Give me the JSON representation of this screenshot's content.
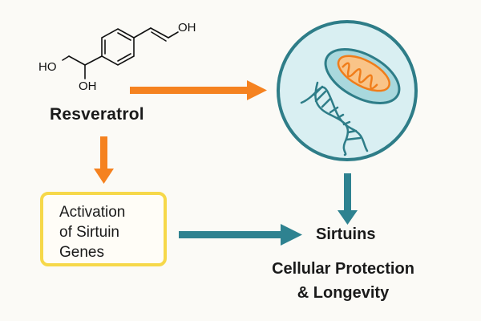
{
  "molecule": {
    "name": "Resveratrol",
    "labels": {
      "oh_top": "OH",
      "ho_left": "HO",
      "oh_bottom": "OH"
    }
  },
  "process_box": {
    "lines": [
      "Activation",
      "of Sirtuin",
      "Genes"
    ]
  },
  "target": {
    "label": "Sirtuins"
  },
  "outcome": {
    "lines": [
      "Cellular Protection",
      "& Longevity"
    ]
  },
  "colors": {
    "orange_arrow": "#f58220",
    "teal_arrow": "#2e8290",
    "box_border": "#f6d84a",
    "cell_fill": "#d9eff2",
    "cell_border": "#2e7d88",
    "mitochondria_fill": "#f9c488",
    "mitochondria_outline": "#f07d1a",
    "background": "#fbfaf6"
  },
  "icons": [
    "molecule-structure",
    "cell-icon",
    "mitochondria-icon",
    "dna-icon"
  ]
}
